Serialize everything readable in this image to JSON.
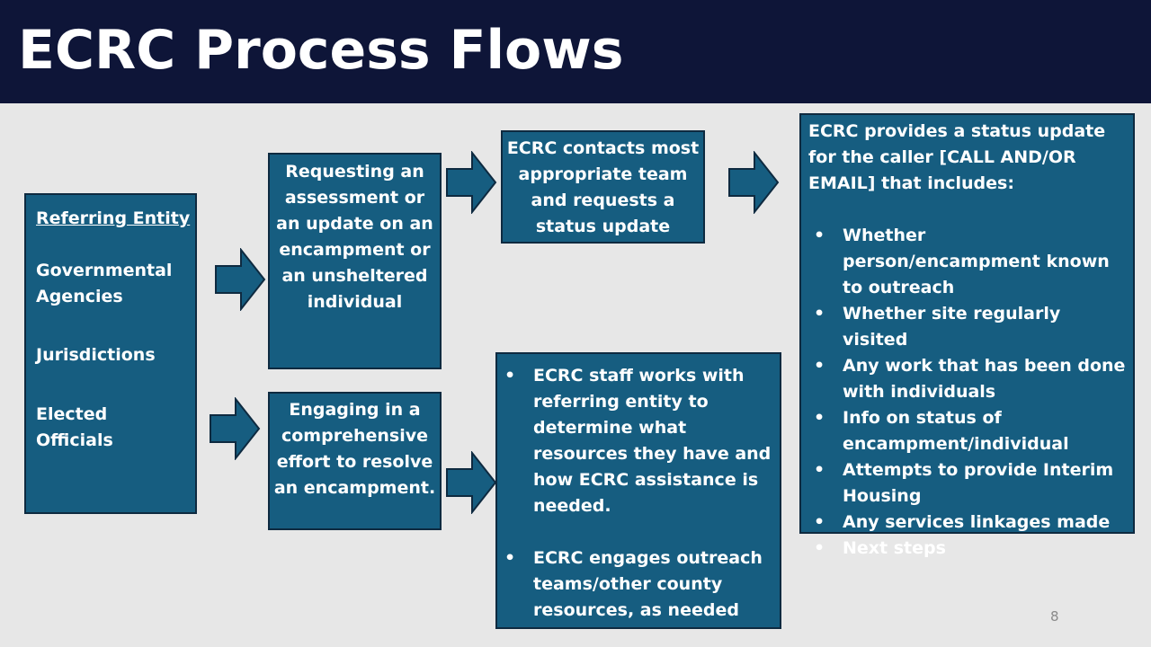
{
  "slide": {
    "title": "ECRC Process Flows",
    "page_number": "8"
  },
  "referring": {
    "heading": "Referring Entity",
    "items": [
      "Governmental Agencies",
      "Jurisdictions",
      "Elected Officials"
    ]
  },
  "request_box": {
    "text": "Requesting an assessment or an update on an encampment or an unsheltered individual"
  },
  "engage_box": {
    "text": "Engaging in a comprehensive effort to resolve an encampment."
  },
  "contacts_box": {
    "text": "ECRC contacts most appropriate team and requests a status update"
  },
  "staff_box": {
    "bullets": [
      "ECRC staff works with referring entity to determine what resources they have  and how ECRC assistance is needed.",
      "ECRC engages outreach teams/other county resources, as needed"
    ]
  },
  "status_box": {
    "intro": "ECRC provides a status update for the caller [CALL AND/OR EMAIL] that includes:",
    "bullets": [
      "Whether person/encampment known to outreach",
      "Whether site regularly visited",
      "Any work that has been done with individuals",
      "Info on status of encampment/individual",
      "Attempts to provide Interim Housing",
      "Any services linkages made",
      "Next steps"
    ]
  },
  "colors": {
    "title_bar": "#0e1538",
    "box_fill": "#165d80",
    "box_border": "#0e2a40",
    "background": "#e7e7e7"
  },
  "icons": {
    "bullet": "•",
    "arrow": "right-arrow-icon"
  }
}
